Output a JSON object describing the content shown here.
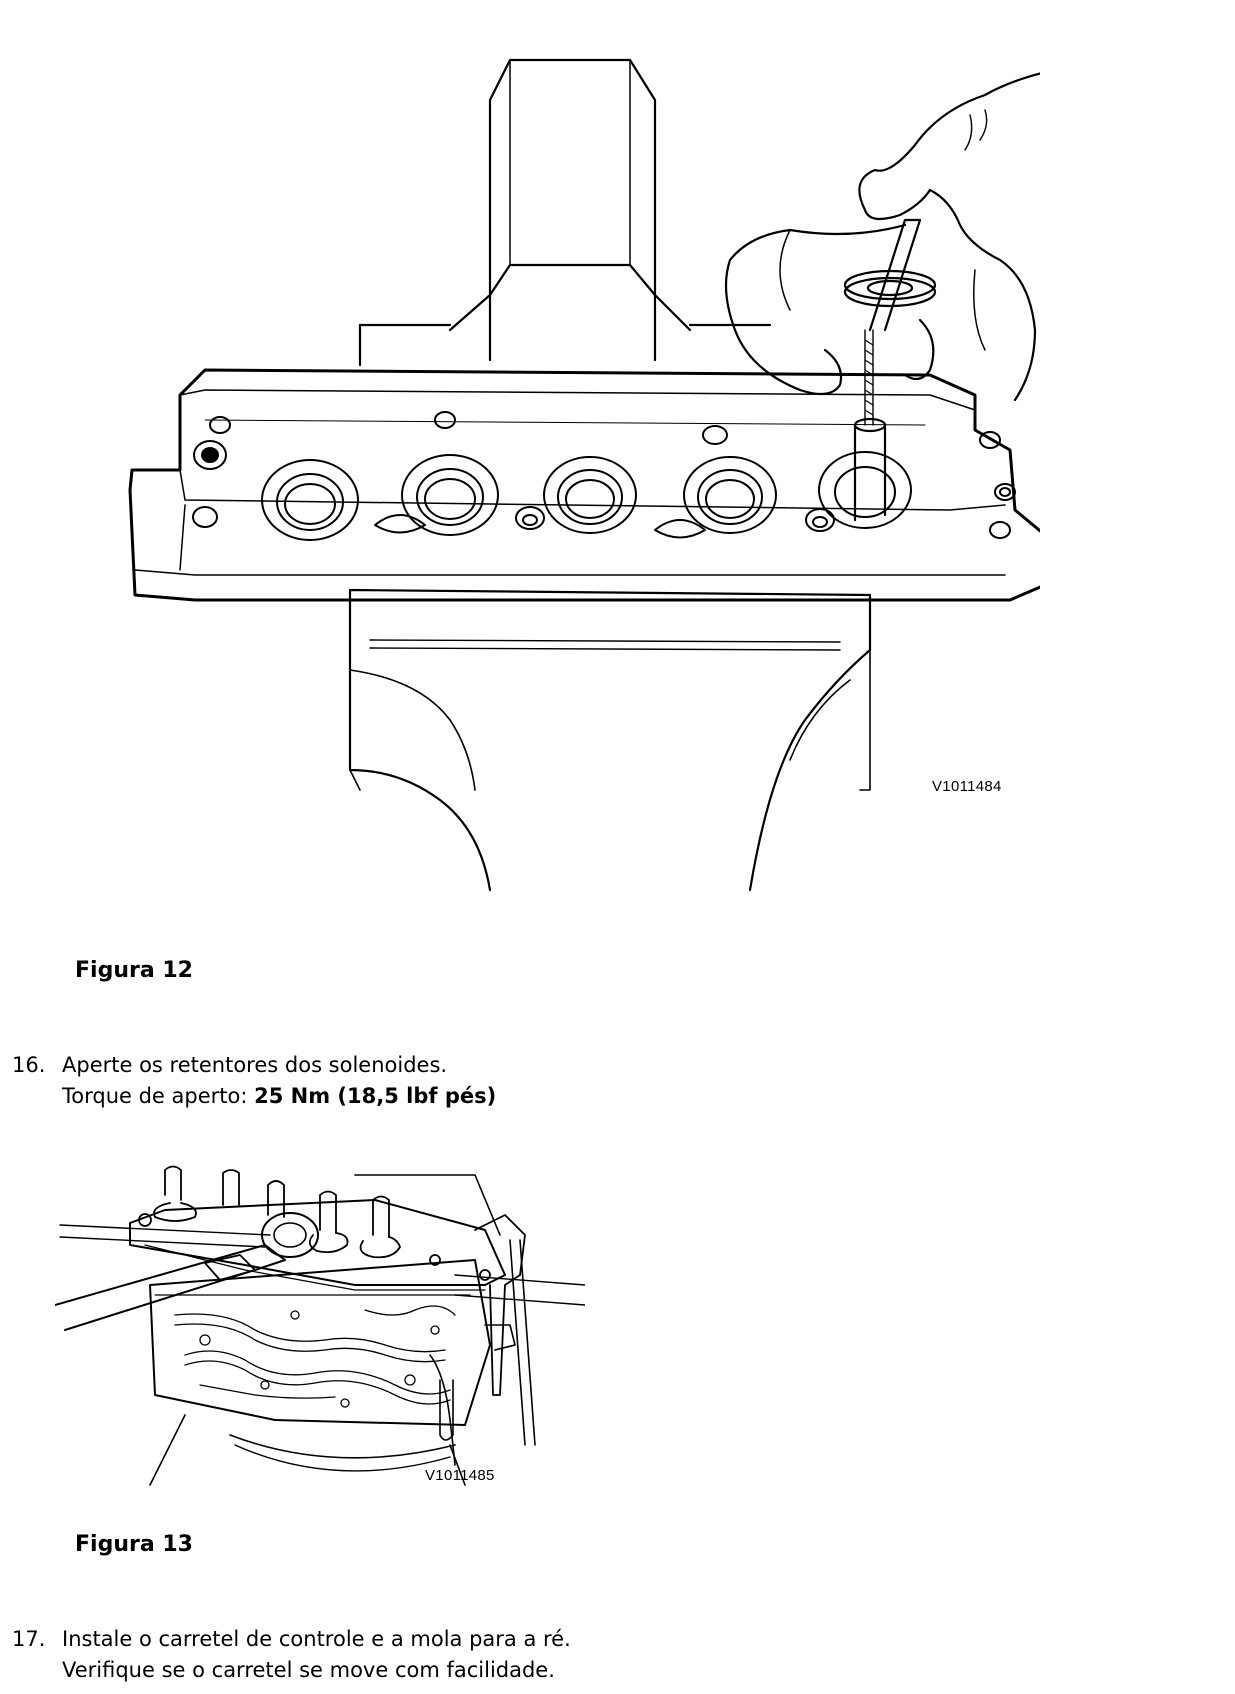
{
  "figures": [
    {
      "code": "V1011484",
      "caption": "Figura 12"
    },
    {
      "code": "V1011485",
      "caption": "Figura 13"
    }
  ],
  "steps": [
    {
      "number": "16.",
      "line1": "Aperte os retentores dos solenoides.",
      "line2_label": "Torque de aperto: ",
      "line2_value": "25 Nm (18,5 lbf pés)"
    },
    {
      "number": "17.",
      "line1": "Instale o carretel de controle e a mola para a ré.",
      "line2": "Verifique se o carretel se move com facilidade."
    }
  ]
}
